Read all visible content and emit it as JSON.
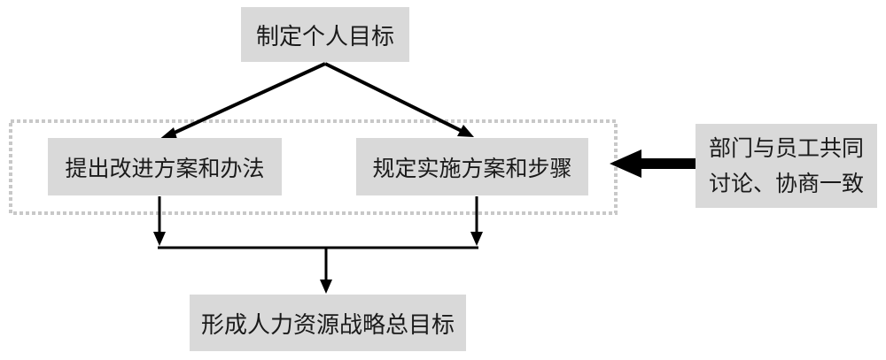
{
  "nodes": {
    "top": "制定个人目标",
    "left": "提出改进方案和办法",
    "right": "规定实施方案和步骤",
    "bottom": "形成人力资源战略总目标",
    "side_line1": "部门与员工共同",
    "side_line2": "讨论、协商一致"
  },
  "colors": {
    "box_fill": "#d9d9d9",
    "text": "#1a1a1a",
    "arrow": "#000000",
    "dashed_frame": "#c8c8c8"
  }
}
